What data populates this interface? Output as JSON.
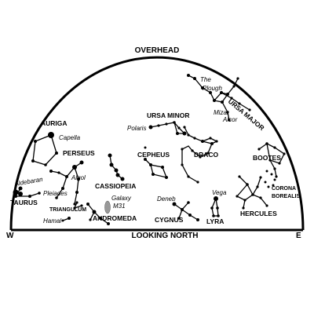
{
  "title_top": "OVERHEAD",
  "title_bottom": "LOOKING NORTH",
  "dir_west": "W",
  "dir_east": "E",
  "constellations": {
    "auriga": "AURIGA",
    "perseus": "PERSEUS",
    "taurus": "TAURUS",
    "triangulum": "TRIANGULUM",
    "andromeda": "ANDROMEDA",
    "cassiopeia": "CASSIOPEIA",
    "ursa_minor": "URSA MINOR",
    "cepheus": "CEPHEUS",
    "cygnus": "CYGNUS",
    "draco": "DRACO",
    "lyra": "LYRA",
    "ursa_major": "URSA MAJOR",
    "bootes": "BOOTES",
    "corona_borealis_1": "CORONA",
    "corona_borealis_2": "BOREALIS",
    "hercules": "HERCULES"
  },
  "stars": {
    "capella": "Capella",
    "aldebaran": "Aldebaran",
    "pleiades": "Pleiades",
    "algol": "Algol",
    "hamal": "Hamal",
    "galaxy": "Galaxy",
    "m31": "M31",
    "polaris": "Polaris",
    "deneb": "Deneb",
    "vega": "Vega",
    "the_plough_1": "The",
    "the_plough_2": "Plough",
    "mizar": "Mizar",
    "alcor": "Alcor"
  }
}
